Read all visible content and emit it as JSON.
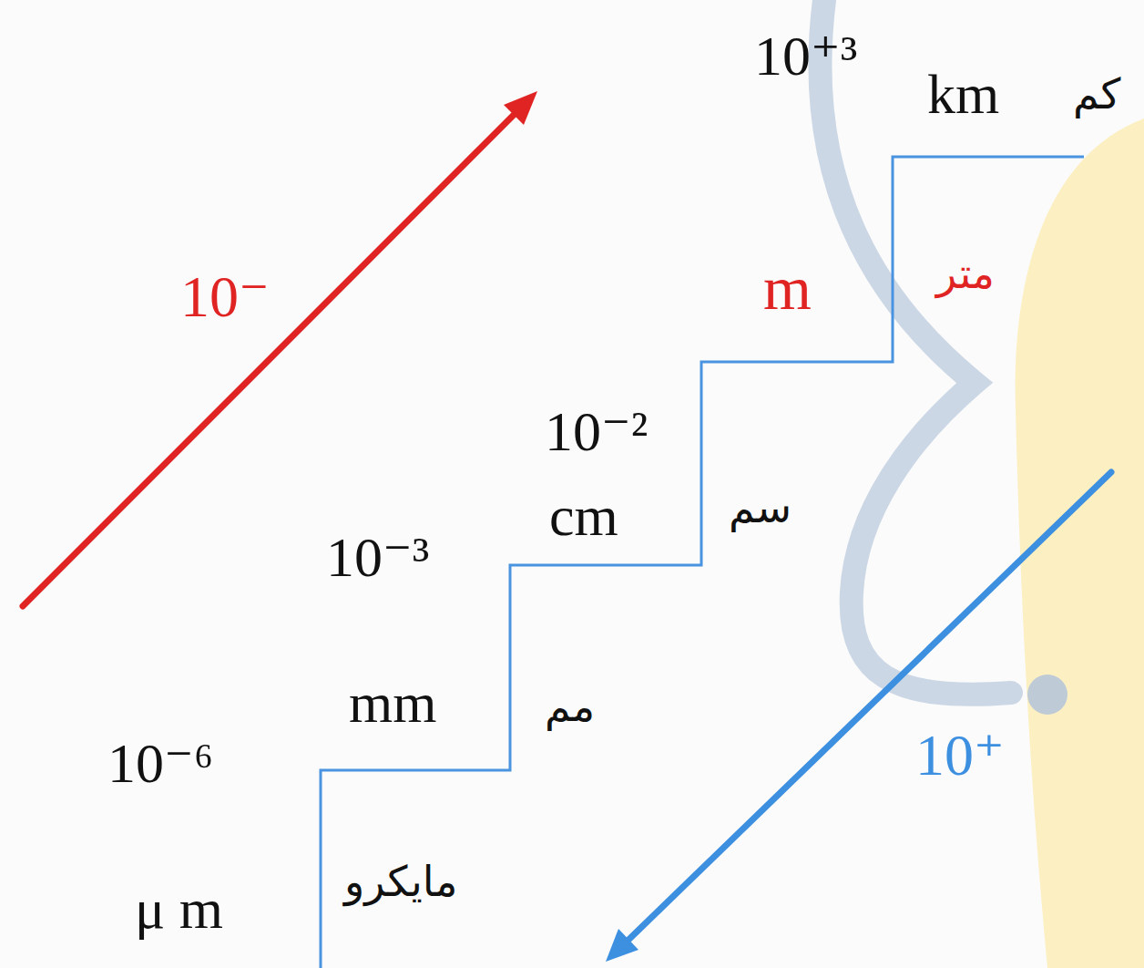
{
  "diagram": {
    "labels": [
      "10⁺³",
      "km",
      "كم",
      "m",
      "متر",
      "10⁻²",
      "cm",
      "سم",
      "10⁻³",
      "mm",
      "مم",
      "10⁻⁶",
      "μ m",
      "مايكرو",
      "10⁻",
      "10⁺"
    ]
  }
}
